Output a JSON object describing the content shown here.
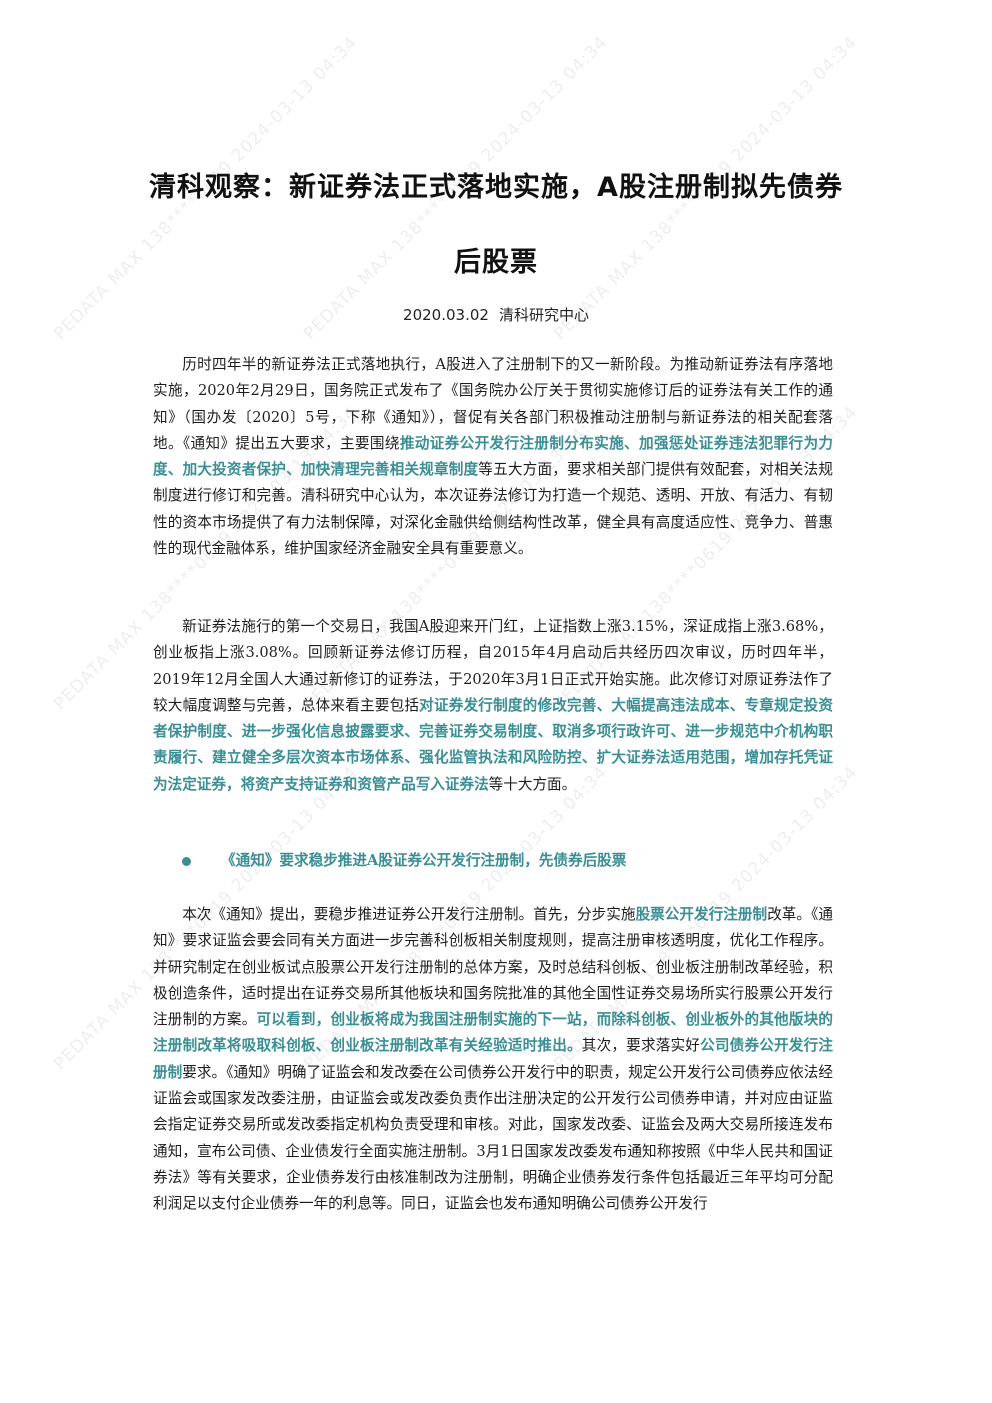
{
  "title_line1": "清科观察：新证券法正式落地实施，A股注册制拟先债券",
  "title_line2": "后股票",
  "date": "2020.03.02",
  "author": "清科研究中心",
  "watermark": "PEDATA MAX 138****0619 2024-03-13 04:34",
  "p1": [
    {
      "t": "历时四年半的新证券法正式落地执行，A股进入了注册制下的又一新阶段。为推动新证券法有序落地实施，2020年2月29日，国务院正式发布了《国务院办公厅关于贯彻实施修订后的证券法有关工作的通知》（国办发〔2020〕5号，下称《通知》），督促有关各部门积极推动注册制与新证券法的相关配套落地。《通知》提出五大要求，主要围绕"
    },
    {
      "h": "推动证券公开发行注册制分布实施、加强惩处证券违法犯罪行为力度、加大投资者保护、加快清理完善相关规章制度"
    },
    {
      "t": "等五大方面，要求相关部门提供有效配套，对相关法规制度进行修订和完善。清科研究中心认为，本次证券法修订为打造一个规范、透明、开放、有活力、有韧性的资本市场提供了有力法制保障，对深化金融供给侧结构性改革，健全具有高度适应性、竞争力、普惠性的现代金融体系，维护国家经济金融安全具有重要意义。"
    }
  ],
  "p2": [
    {
      "t": "新证券法施行的第一个交易日，我国A股迎来开门红，上证指数上涨3.15%，深证成指上涨3.68%，创业板指上涨3.08%。回顾新证券法修订历程，自2015年4月启动后共经历四次审议，历时四年半，2019年12月全国人大通过新修订的证券法，于2020年3月1日正式开始实施。此次修订对原证券法作了较大幅度调整与完善，总体来看主要包括"
    },
    {
      "h": "对证券发行制度的修改完善、大幅提高违法成本、专章规定投资者保护制度、进一步强化信息披露要求、完善证券交易制度、取消多项行政许可、进一步规范中介机构职责履行、建立健全多层次资本市场体系、强化监管执法和风险防控、扩大证券法适用范围，增加存托凭证为法定证券，将资产支持证券和资管产品写入证券法"
    },
    {
      "t": "等十大方面。"
    }
  ],
  "bullet": "《通知》要求稳步推进A股证券公开发行注册制，先债券后股票",
  "p3": [
    {
      "t": "本次《通知》提出，要稳步推进证券公开发行注册制。首先，分步实施"
    },
    {
      "h": "股票公开发行注册制"
    },
    {
      "t": "改革。《通知》要求证监会要会同有关方面进一步完善科创板相关制度规则，提高注册审核透明度，优化工作程序。并研究制定在创业板试点股票公开发行注册制的总体方案，及时总结科创板、创业板注册制改革经验，积极创造条件，适时提出在证券交易所其他板块和国务院批准的其他全国性证券交易场所实行股票公开发行注册制的方案。"
    },
    {
      "h": "可以看到，创业板将成为我国注册制实施的下一站，而除科创板、创业板外的其他版块的注册制改革将吸取科创板、创业板注册制改革有关经验适时推出。"
    },
    {
      "t": "其次，要求落实好"
    },
    {
      "h": "公司债券公开发行注册制"
    },
    {
      "t": "要求。《通知》明确了证监会和发改委在公司债券公开发行中的职责，规定公开发行公司债券应依法经证监会或国家发改委注册，由证监会或发改委负责作出注册决定的公开发行公司债券申请，并对应由证监会指定证券交易所或发改委指定机构负责受理和审核。对此，国家发改委、证监会及两大交易所接连发布通知，宣布公司债、企业债发行全面实施注册制。3月1日国家发改委发布通知称按照《中华人民共和国证券法》等有关要求，企业债券发行由核准制改为注册制，明确企业债券发行条件包括最近三年平均可分配利润足以支付企业债券一年的利息等。同日，证监会也发布通知明确公司债券公开发行"
    }
  ]
}
